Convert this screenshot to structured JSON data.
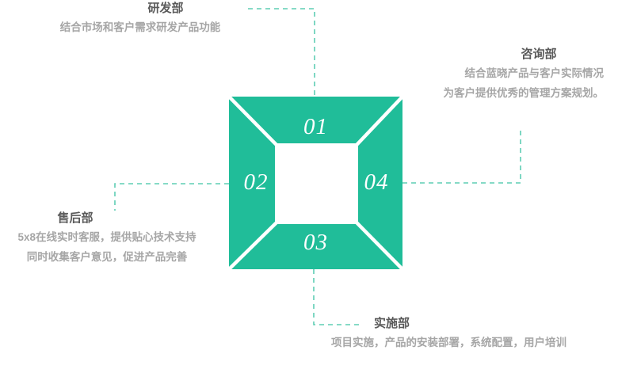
{
  "theme": {
    "accent": "#20bd99",
    "connector": "#5ecdb4",
    "title_color": "#5a5a5a",
    "desc_color": "#a6a6a6",
    "number_color": "#ffffff",
    "background": "#ffffff"
  },
  "center": {
    "shape": "four-segment-square-frame",
    "segments": [
      {
        "id": "top",
        "number": "01",
        "department": "研发部"
      },
      {
        "id": "left",
        "number": "02",
        "department": "售后部"
      },
      {
        "id": "bottom",
        "number": "03",
        "department": "实施部"
      },
      {
        "id": "right",
        "number": "04",
        "department": "咨询部"
      }
    ]
  },
  "blocks": [
    {
      "key": "rd",
      "number": "01",
      "title": "研发部",
      "lines": [
        "结合市场和客户需求研发产品功能"
      ]
    },
    {
      "key": "consulting",
      "number": "04",
      "title": "咨询部",
      "lines": [
        "结合蓝晓产品与客户实际情况",
        "为客户提供优秀的管理方案规划。"
      ]
    },
    {
      "key": "after_sales",
      "number": "02",
      "title": "售后部",
      "lines": [
        "5x8在线实时客服，提供贴心技术支持",
        "同时收集客户意见，促进产品完善"
      ]
    },
    {
      "key": "implementation",
      "number": "03",
      "title": "实施部",
      "lines": [
        "项目实施，产品的安装部署，系统配置，用户培训"
      ]
    }
  ]
}
